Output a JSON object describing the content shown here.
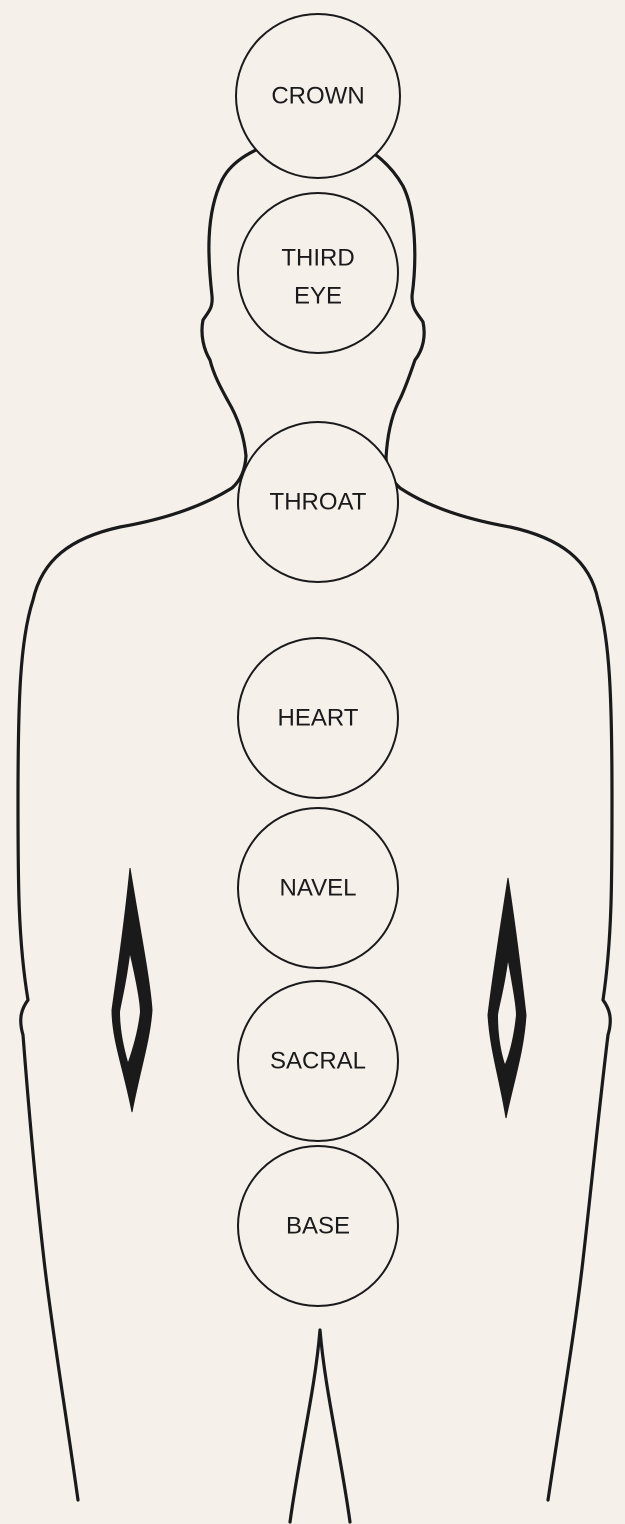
{
  "chakras": [
    {
      "lines": [
        "CROWN"
      ]
    },
    {
      "lines": [
        "THIRD",
        "EYE"
      ]
    },
    {
      "lines": [
        "THROAT"
      ]
    },
    {
      "lines": [
        "HEART"
      ]
    },
    {
      "lines": [
        "NAVEL"
      ]
    },
    {
      "lines": [
        "SACRAL"
      ]
    },
    {
      "lines": [
        "BASE"
      ]
    }
  ],
  "colors": {
    "background": "#f6f0eb",
    "ink": "#1a1a1a"
  }
}
